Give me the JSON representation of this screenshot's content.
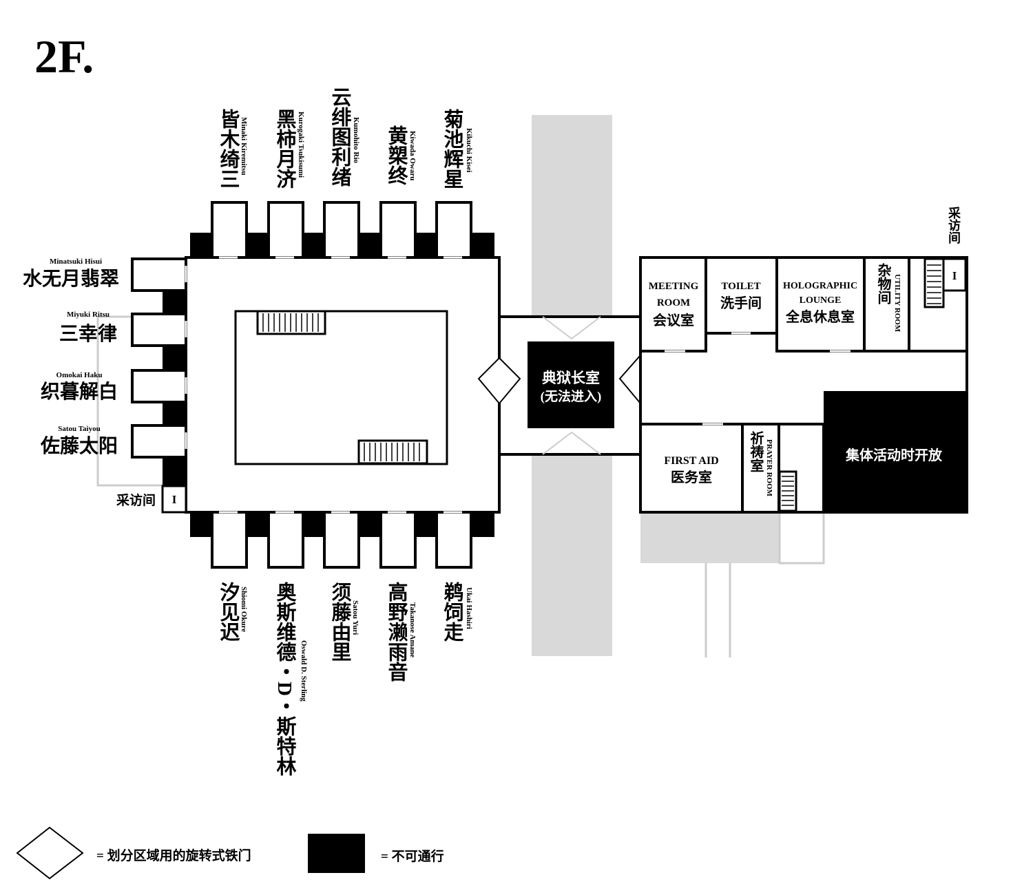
{
  "floor_label": "2F.",
  "top_cells": [
    {
      "zh": "皆木绮三",
      "en": "Minaki Kiremitsu"
    },
    {
      "zh": "黑柿月济",
      "en": "Kurogaki Tsukisumi"
    },
    {
      "zh": "云绯图利绪",
      "en": "Kumohito Rio"
    },
    {
      "zh": "黄槊终",
      "en": "Kiwada Owaru"
    },
    {
      "zh": "菊池辉星",
      "en": "Kikuchi Kisei"
    }
  ],
  "bottom_cells": [
    {
      "zh": "汐见迟",
      "en": "Shiomi Okure"
    },
    {
      "zh": "奥斯维德・D・斯特林",
      "en": "Oswald D. Sterling"
    },
    {
      "zh": "须藤由里",
      "en": "Satou Yuri"
    },
    {
      "zh": "高野濑雨音",
      "en": "Takanose Amane"
    },
    {
      "zh": "鹈饲走",
      "en": "Ukai Hashiri"
    }
  ],
  "left_cells": [
    {
      "zh": "水无月翡翠",
      "en": "Minatsuki Hisui"
    },
    {
      "zh": "三幸律",
      "en": "Miyuki Ritsu"
    },
    {
      "zh": "织暮解白",
      "en": "Omokai Haku"
    },
    {
      "zh": "佐藤太阳",
      "en": "Satou Taiyou"
    }
  ],
  "interview_room_left": "采访间",
  "interview_room_right": "采访间",
  "interview_marker": "I",
  "warden_room": {
    "line1": "典狱长室",
    "line2": "(无法进入)"
  },
  "rooms": {
    "meeting": {
      "en1": "MEETING",
      "en2": "ROOM",
      "zh": "会议室"
    },
    "toilet": {
      "en": "TOILET",
      "zh": "洗手间"
    },
    "lounge": {
      "en1": "HOLOGRAPHIC",
      "en2": "LOUNGE",
      "zh": "全息休息室"
    },
    "storage": {
      "zh": "杂物间"
    },
    "utility": {
      "en": "UTILITY ROOM"
    },
    "first_aid": {
      "en": "FIRST AID",
      "zh": "医务室"
    },
    "prayer": {
      "en": "PRAYER ROOM",
      "zh": "祈祷室"
    },
    "activity": {
      "zh": "集体活动时开放"
    }
  },
  "legend": {
    "gate": "= 划分区域用的旋转式铁门",
    "blocked": "= 不可通行"
  },
  "colors": {
    "wall": "#000000",
    "corridor": "#d9d9d9",
    "background": "#ffffff",
    "outline_light": "#cccccc"
  }
}
